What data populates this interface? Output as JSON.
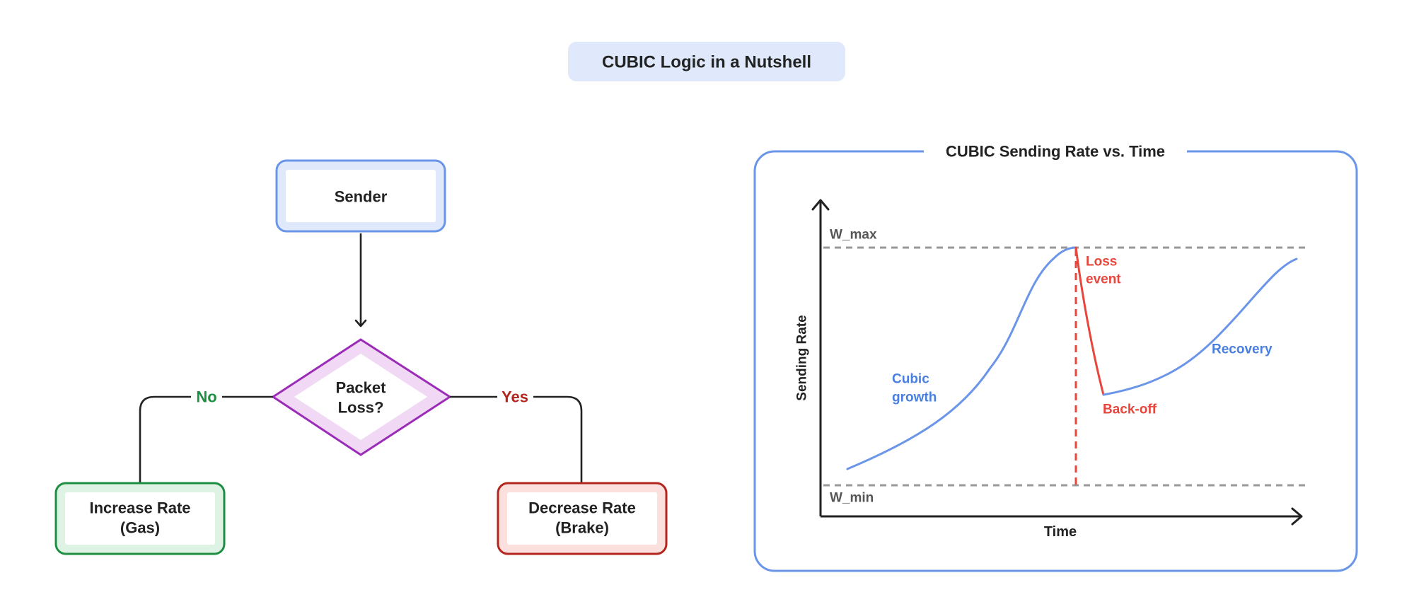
{
  "title": "CUBIC Logic in a Nutshell",
  "flowchart": {
    "sender_label": "Sender",
    "decision_line1": "Packet",
    "decision_line2": "Loss?",
    "no_label": "No",
    "yes_label": "Yes",
    "increase_line1": "Increase Rate",
    "increase_line2": "(Gas)",
    "decrease_line1": "Decrease Rate",
    "decrease_line2": "(Brake)"
  },
  "graph": {
    "title": "CUBIC Sending Rate vs. Time",
    "y_axis_label": "Sending Rate",
    "x_axis_label": "Time",
    "w_max_label": "W_max",
    "w_min_label": "W_min",
    "cubic_growth_line1": "Cubic",
    "cubic_growth_line2": "growth",
    "loss_event_line1": "Loss",
    "loss_event_line2": "event",
    "back_off_label": "Back-off",
    "recovery_label": "Recovery"
  },
  "colors": {
    "blue": "#6b95e8",
    "blue_fill": "#dfe9fb",
    "purple": "#9b2cb8",
    "purple_fill": "#f1d9f5",
    "green": "#1e8f42",
    "green_fill": "#dff3e4",
    "red": "#b3261e",
    "red_fill": "#fbe0de",
    "loss_red": "#e8463c",
    "gray_dash": "#999999",
    "text": "#222222"
  }
}
